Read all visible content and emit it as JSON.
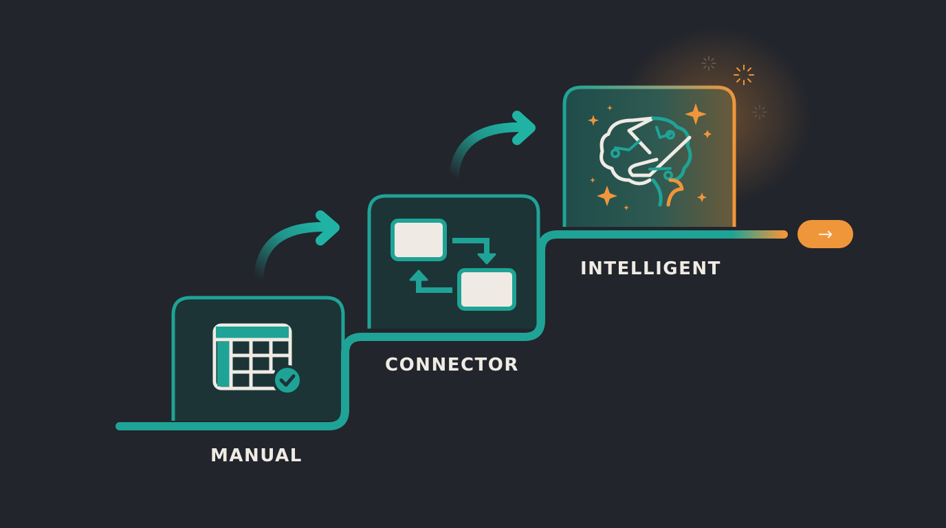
{
  "stages": [
    {
      "label": "MANUAL",
      "icon": "spreadsheet-check-icon"
    },
    {
      "label": "CONNECTOR",
      "icon": "flow-boxes-icon"
    },
    {
      "label": "INTELLIGENT",
      "icon": "brain-circuit-icon"
    }
  ],
  "next_button": {
    "glyph": "→",
    "icon": "arrow-right-icon"
  },
  "colors": {
    "background": "#22252c",
    "teal": "#1fa396",
    "orange": "#f0963a",
    "cream": "#efebe4"
  }
}
